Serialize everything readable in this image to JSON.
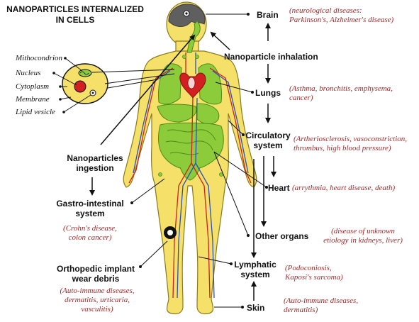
{
  "title": {
    "line1": "NANOPARTICLES INTERNALIZED",
    "line2": "IN CELLS"
  },
  "cell_parts": [
    "Mithocondrion",
    "Nucleus",
    "Cytoplasm",
    "Membrane",
    "Lipid vesicle"
  ],
  "routes": {
    "inhalation": "Nanoparticle inhalation",
    "ingestion": {
      "line1": "Nanoparticles",
      "line2": "ingestion"
    }
  },
  "organs": {
    "brain": {
      "label": "Brain",
      "diseases": [
        "(neurological diseases:",
        "Parkinson's, Alzheimer's disease)"
      ]
    },
    "lungs": {
      "label": "Lungs",
      "diseases": [
        "(Asthma, bronchitis, emphysema,",
        "cancer)"
      ]
    },
    "circulatory": {
      "label": [
        "Circulatory",
        "system"
      ],
      "diseases": [
        "(Artheriosclerosis, vasoconstriction,",
        "thrombus, high blood pressure)"
      ]
    },
    "heart": {
      "label": "Heart",
      "diseases": [
        "(arrythmia, heart disease, death)"
      ]
    },
    "other": {
      "label": "Other organs",
      "diseases": [
        "(disease of unknown",
        "etiology in kidneys, liver)"
      ]
    },
    "lymphatic": {
      "label": [
        "Lymphatic",
        "system"
      ],
      "diseases": [
        "(Podoconiosis,",
        "Kaposi's sarcoma)"
      ]
    },
    "skin": {
      "label": "Skin",
      "diseases": [
        "(Auto-immune diseases,",
        "dermatitis)"
      ]
    },
    "gi": {
      "label": [
        "Gastro-intestinal",
        "system"
      ],
      "diseases": [
        "(Crohn's disease,",
        "colon cancer)"
      ]
    },
    "ortho": {
      "label": [
        "Orthopedic implant",
        "wear debris"
      ],
      "diseases": [
        "(Auto-immune diseases,",
        "dermatitis, urticaria,",
        "vasculitis)"
      ]
    }
  },
  "colors": {
    "body_fill": "#f5e06a",
    "body_stroke": "#8a7a1a",
    "organ_green": "#8ccc3a",
    "organ_stroke": "#4d8a18",
    "brain_gray": "#5f5f5f",
    "artery": "#d21f1f",
    "vein": "#2a4fb8",
    "disease_text": "#a42a2a"
  },
  "icons": [
    "arrow-down-icon",
    "arrow-up-icon",
    "leader-dot-icon",
    "nanoparticle-icon",
    "cell-icon"
  ]
}
